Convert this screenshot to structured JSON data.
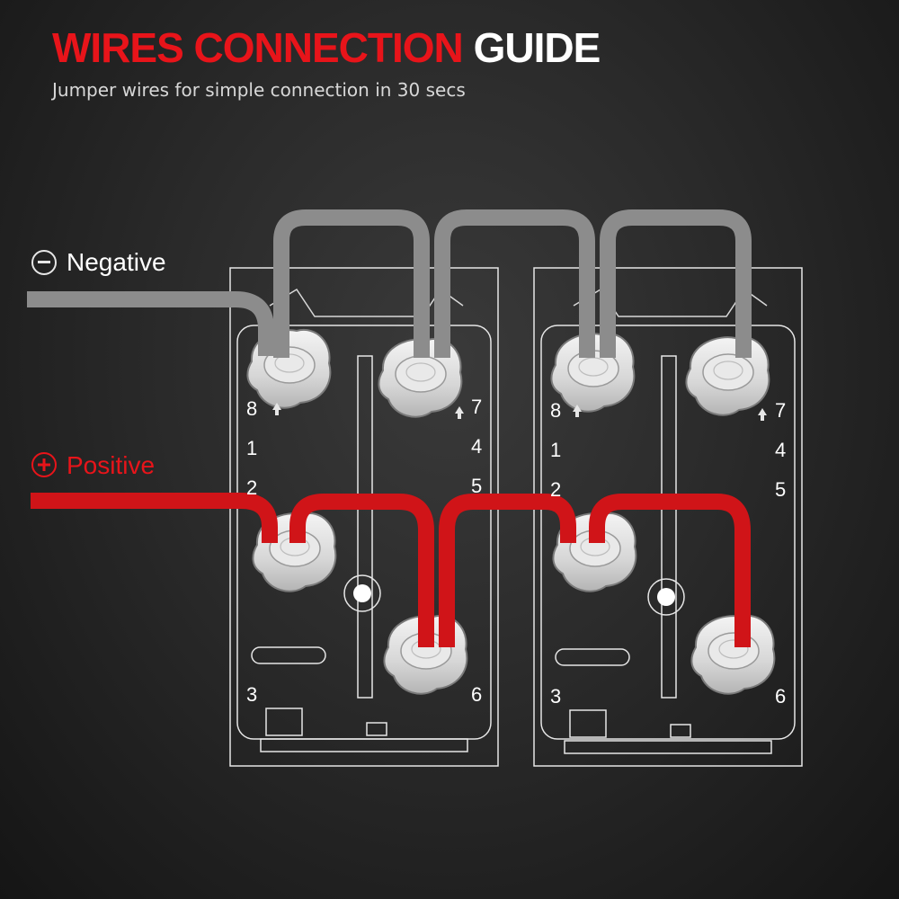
{
  "header": {
    "title_red": "WIRES CONNECTION",
    "title_white": "GUIDE",
    "subtitle": "Jumper wires for simple connection in 30 secs"
  },
  "legend": {
    "negative_symbol": "−",
    "negative_label": "Negative",
    "positive_symbol": "+",
    "positive_label": "Positive"
  },
  "switches": [
    {
      "pins": {
        "p8": "8",
        "p1": "1",
        "p2": "2",
        "p3": "3",
        "p7": "7",
        "p4": "4",
        "p5": "5",
        "p6": "6"
      }
    },
    {
      "pins": {
        "p8": "8",
        "p1": "1",
        "p2": "2",
        "p3": "3",
        "p7": "7",
        "p4": "4",
        "p5": "5",
        "p6": "6"
      }
    }
  ],
  "colors": {
    "negative_wire": "#8c8c8c",
    "positive_wire": "#d01418",
    "accent_red": "#e8141a",
    "outline": "#e6e6e6"
  }
}
